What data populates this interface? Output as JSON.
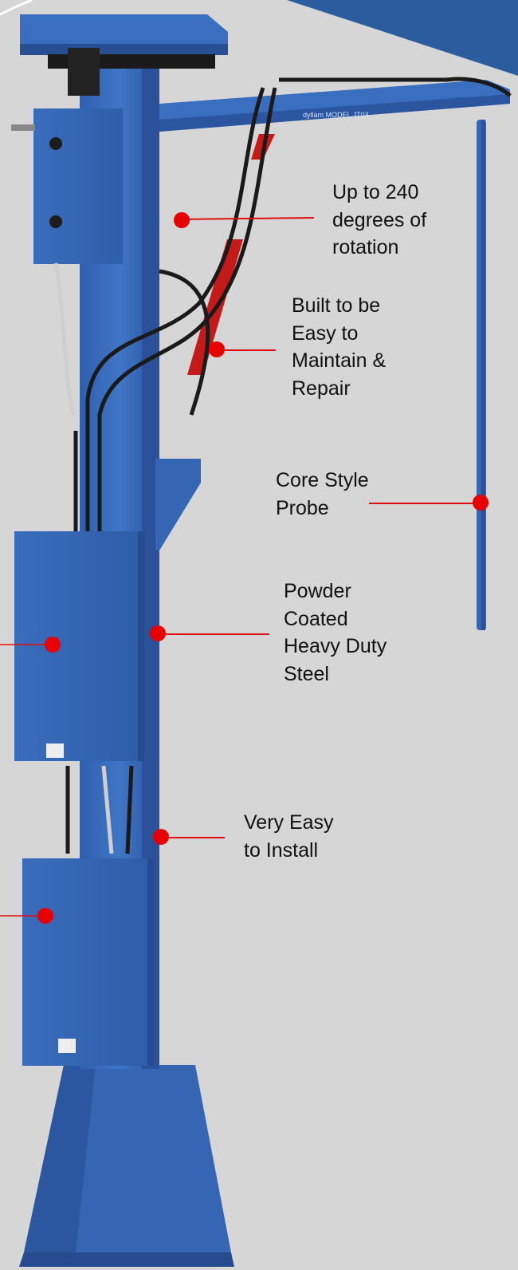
{
  "image": {
    "brand_logo_text": "dyllam",
    "model_label": "MODEL JT03",
    "background_color": "#d6d6d6",
    "machine_color": "#3b6fbf",
    "accent_color": "#e60000"
  },
  "callouts": [
    {
      "id": "rotation",
      "text": "Up to 240 degrees of rotation"
    },
    {
      "id": "maintain",
      "text": "Built to be Easy to Maintain & Repair"
    },
    {
      "id": "probe",
      "text": "Core Style Probe"
    },
    {
      "id": "steel",
      "text": "Powder Coated Heavy Duty Steel"
    },
    {
      "id": "install",
      "text": "Very Easy to Install"
    }
  ]
}
